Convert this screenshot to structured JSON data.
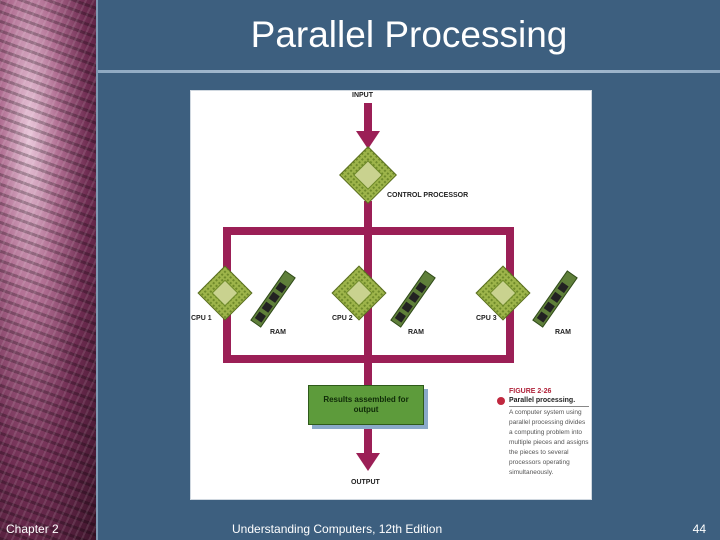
{
  "slide": {
    "title": "Parallel Processing",
    "footer_left": "Chapter 2",
    "footer_center": "Understanding Computers, 12th Edition",
    "page_number": "44"
  },
  "diagram": {
    "input_label": "INPUT",
    "output_label": "OUTPUT",
    "control_processor_label": "CONTROL PROCESSOR",
    "cpus": [
      {
        "cpu_label": "CPU 1",
        "ram_label": "RAM"
      },
      {
        "cpu_label": "CPU 2",
        "ram_label": "RAM"
      },
      {
        "cpu_label": "CPU 3",
        "ram_label": "RAM"
      }
    ],
    "results_box": "Results assembled for output",
    "caption": {
      "figure_number": "FIGURE 2-26",
      "heading": "Parallel processing.",
      "body": "A computer system using parallel processing divides a computing problem into multiple pieces and assigns the pieces to several processors operating simultaneously."
    },
    "colors": {
      "bus": "#9b1f56",
      "chip": "#8da43c",
      "results_box": "#5d9b3b",
      "slide_background": "#3d5f7f"
    }
  }
}
